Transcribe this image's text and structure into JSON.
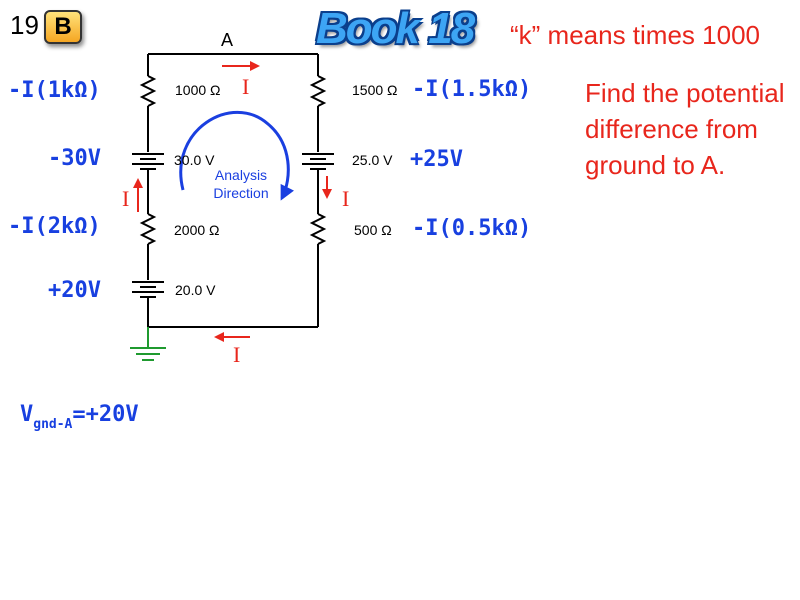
{
  "slide": {
    "number": "19",
    "badge": "B"
  },
  "header": {
    "title": "Book 18",
    "note": "“k” means times 1000"
  },
  "question": "Find the potential difference from ground to A.",
  "circuit": {
    "node_label": "A",
    "left_branch": {
      "resistor_top": "1000 Ω",
      "battery_top": "30.0  V",
      "resistor_bottom": "2000 Ω",
      "battery_bottom": "20.0  V"
    },
    "right_branch": {
      "resistor_top": "1500 Ω",
      "battery": "25.0  V",
      "resistor_bottom": "500 Ω"
    },
    "current_label": "I",
    "analysis_label": "Analysis Direction"
  },
  "terms": {
    "r1": "-I(1kΩ)",
    "v30": "-30V",
    "r2": "-I(2kΩ)",
    "v20": "+20V",
    "r15": "-I(1.5kΩ)",
    "v25": "+25V",
    "r05": "-I(0.5kΩ)"
  },
  "result": {
    "v": "V",
    "subscript": "gnd-A",
    "value": "=+20V"
  },
  "colors": {
    "red": "#e8261c",
    "blue": "#1840e0",
    "ground": "#1f9a2f",
    "title": "#3da5f4"
  }
}
